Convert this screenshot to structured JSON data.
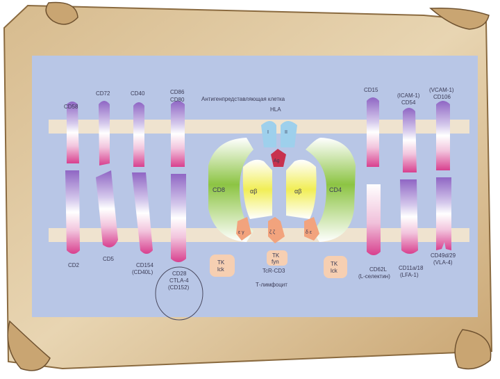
{
  "diagram": {
    "labels": {
      "apc_title": "Антигенпредставляющая клетка",
      "t_cell": "Т-лимфоцит",
      "hla": "HLA",
      "hla_i": "I",
      "hla_ii": "II",
      "ag": "Ag",
      "cd8": "CD8",
      "cd4": "CD4",
      "ab_left": "αβ",
      "ab_right": "αβ",
      "tk_lck_left_a": "TK",
      "tk_lck_left_b": "lck",
      "tk_fyn_a": "TK",
      "tk_fyn_b": "fyn",
      "tk_lck_right_a": "TK",
      "tk_lck_right_b": "lck",
      "tcr_cd3": "TcR-CD3",
      "cd3_le": "ε γ",
      "cd3_mid": "ζ ζ",
      "cd3_re": "δ ε"
    },
    "top_labels": [
      "CD58",
      "CD72",
      "CD40",
      "CD86",
      "CD80",
      "CD15",
      "(ICAM-1)",
      "CD54",
      "(VCAM-1)",
      "CD106"
    ],
    "bottom_labels": [
      "CD2",
      "CD5",
      "CD154",
      "(CD40L)",
      "CD28",
      "CTLA-4",
      "(CD152)",
      "CD62L",
      "(L-селектин)",
      "CD11a/18",
      "(LFA-1)",
      "CD49d/29",
      "(VLA-4)"
    ]
  },
  "colors": {
    "background": "#b8c6e6",
    "membrane": "#efe3cf",
    "molecule_top": "#8f66c4",
    "molecule_bottom": "#d8408e",
    "cd8_green": "#8cc443",
    "yellow": "#f1ee56",
    "hla_blue": "#9ed0ec",
    "ag_red": "#c8314e",
    "tk_peach": "#f6cfb2",
    "cd3_orange": "#f2a37d"
  }
}
